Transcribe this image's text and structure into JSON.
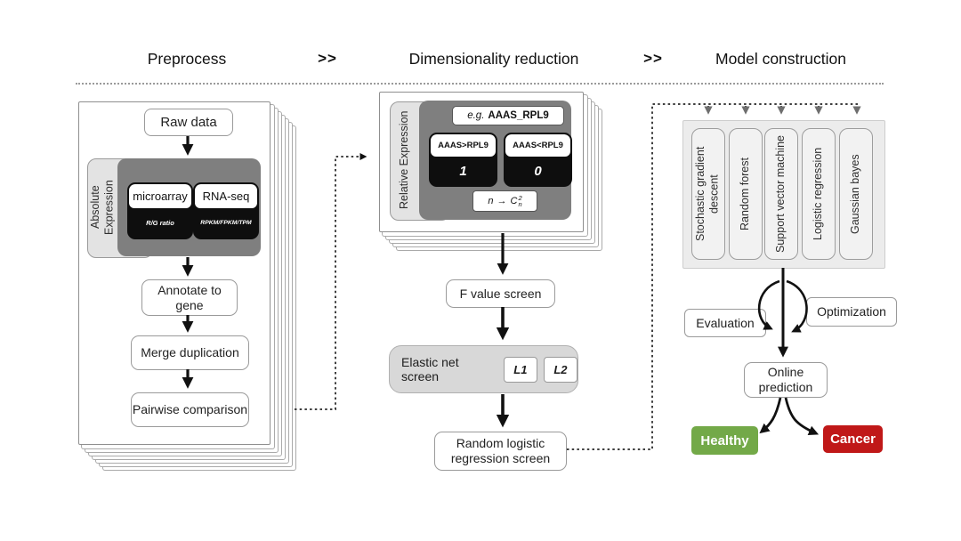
{
  "header": {
    "stages": [
      "Preprocess",
      "Dimensionality reduction",
      "Model construction"
    ],
    "chevrons": [
      ">>",
      ">>"
    ]
  },
  "preprocess": {
    "raw_data": "Raw data",
    "group_label": "Absolute Expression",
    "sources": [
      {
        "title": "microarray",
        "metric": "R/G ratio"
      },
      {
        "title": "RNA-seq",
        "metric": "RPKM/FPKM/TPM"
      }
    ],
    "steps": [
      "Annotate to gene",
      "Merge duplication",
      "Pairwise comparison"
    ]
  },
  "dimensionality": {
    "group_label": "Relative Expression",
    "example": {
      "prefix": "e.g.",
      "pair": "AAAS_RPL9"
    },
    "cases": [
      {
        "condition": "AAAS>RPL9",
        "value": "1"
      },
      {
        "condition": "AAAS<RPL9",
        "value": "0"
      }
    ],
    "combination": {
      "prefix": "n",
      "arrow": "→",
      "symbol": "C",
      "sup": "2",
      "sub": "n"
    },
    "f_value": "F value screen",
    "elastic": {
      "label": "Elastic net screen",
      "penalties": [
        "L1",
        "L2"
      ]
    },
    "random_logistic": "Random logistic regression screen"
  },
  "model": {
    "algorithms": [
      "Stochastic gradient descent",
      "Random forest",
      "Support vector machine",
      "Logistic regression",
      "Gaussian bayes"
    ],
    "evaluation": "Evaluation",
    "optimization": "Optimization",
    "online_prediction": "Online prediction",
    "outcomes": {
      "healthy": "Healthy",
      "cancer": "Cancer"
    }
  },
  "colors": {
    "healthy_bg": "#73a948",
    "cancer_bg": "#c01818"
  }
}
